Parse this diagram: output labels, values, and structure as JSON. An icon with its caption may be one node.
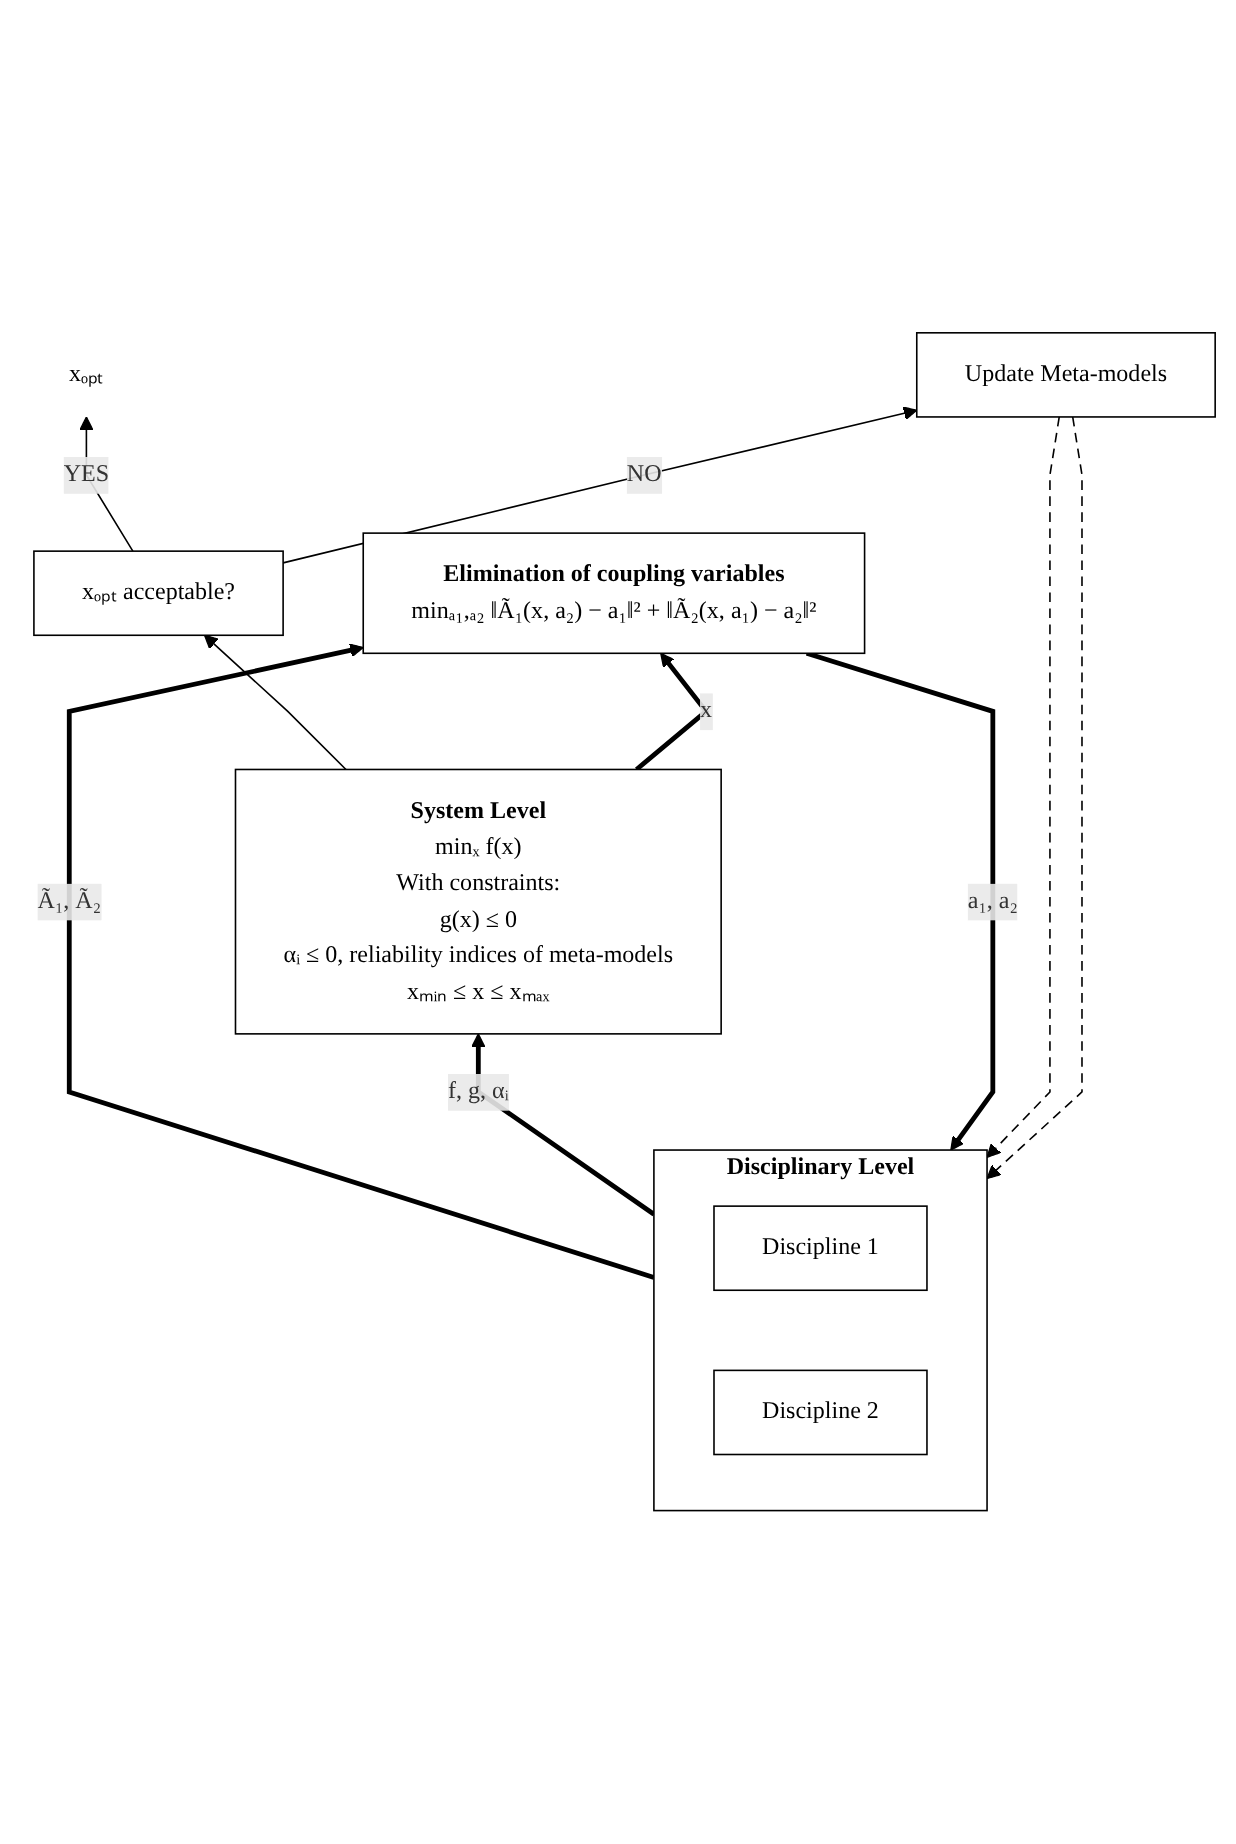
{
  "diagram": {
    "nodes": [
      {
        "text": [
          "xₒₚₜ acceptable?"
        ]
      },
      {
        "text": [
          "xₒₚₜ"
        ]
      },
      {
        "text": [
          "System Level",
          "minₓ f(x)",
          "With constraints:",
          "g(x) ≤ 0",
          "αᵢ ≤ 0, reliability indices of meta-models",
          "xₘᵢₙ ≤ x ≤ xₘₐₓ"
        ]
      },
      {
        "text": [
          "Elimination of coupling variables",
          "minₐ₁,ₐ₂ ‖Ã₁(x, a₂) − a₁‖² + ‖Ã₂(x, a₁) − a₂‖²"
        ]
      },
      {
        "text": [
          "Disciplinary Level"
        ]
      },
      {
        "text": [
          "Discipline 1"
        ],
        "in": 4
      },
      {
        "text": [
          "Discipline 2"
        ],
        "in": 4
      },
      {
        "text": [
          "Update Meta-models"
        ]
      }
    ],
    "edges": [
      {
        "from": 0,
        "to": 1,
        "arrow": "to",
        "label": "YES"
      },
      {
        "from": 0,
        "to": 7,
        "arrow": "to",
        "label": "NO"
      },
      {
        "from": 2,
        "to": 0,
        "arrow": "to"
      },
      {
        "from": 2,
        "to": 3,
        "arrow": "to",
        "label": "x",
        "style": "thick"
      },
      {
        "from": 4,
        "to": 3,
        "arrow": "to",
        "label": "Ã₁, Ã₂",
        "style": "thick"
      },
      {
        "from": 3,
        "to": 4,
        "arrow": "to",
        "label": "a₁, a₂",
        "style": "thick"
      },
      {
        "from": 4,
        "to": 2,
        "arrow": "to",
        "label": "f, g, αᵢ",
        "style": "thick"
      },
      {
        "from": 7,
        "to": 4,
        "arrow": "to",
        "style": "dashed"
      },
      {
        "from": 7,
        "to": 4,
        "arrow": "to",
        "style": "dashed"
      }
    ]
  }
}
